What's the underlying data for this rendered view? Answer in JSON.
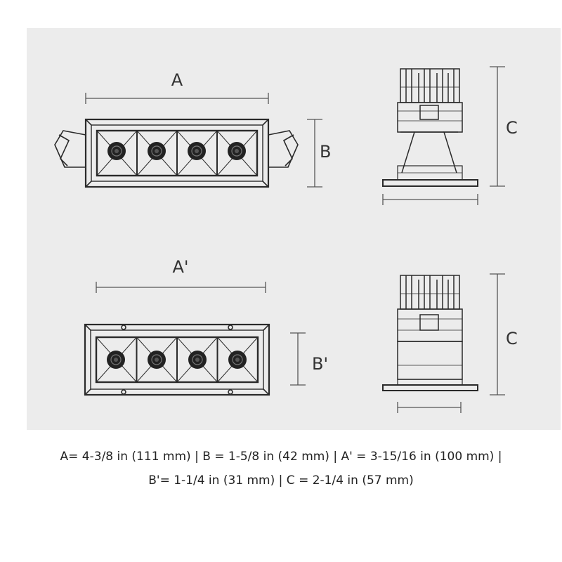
{
  "labels": {
    "a": "A",
    "b": "B",
    "c_top": "C",
    "a_prime": "A'",
    "b_prime": "B'",
    "c_bottom": "C"
  },
  "caption": {
    "line1": "A= 4-3/8 in (111 mm) | B = 1-5/8 in (42 mm) | A' = 3-15/16 in (100 mm) |",
    "line2": "B'= 1-1/4 in (31 mm) | C = 2-1/4 in (57 mm)"
  },
  "colors": {
    "background": "#ececec",
    "line": "#2a2a2a",
    "dimension": "#555555"
  }
}
